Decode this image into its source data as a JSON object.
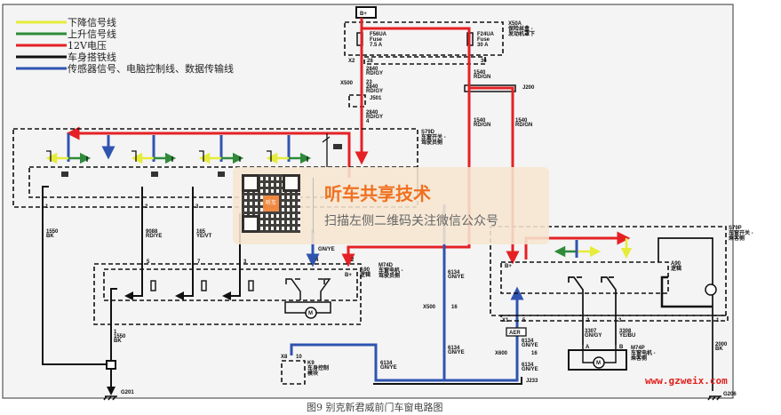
{
  "legend": [
    {
      "label": "下降信号线",
      "color": "#e6ec3a"
    },
    {
      "label": "上升信号线",
      "color": "#2e8b3a"
    },
    {
      "label": "12V电压",
      "color": "#e52125"
    },
    {
      "label": "车身搭铁线",
      "color": "#111111"
    },
    {
      "label": "传感器信号、电脑控制线、数据传输线",
      "color": "#2f54b0"
    }
  ],
  "labels": {
    "bplus": "B+",
    "f56": [
      "F56UA",
      "Fuse",
      "7.5 A"
    ],
    "f24": [
      "F24UA",
      "Fuse",
      "30 A"
    ],
    "x50a": [
      "X50A",
      "保险丝盒 -",
      "发动机罩下"
    ],
    "x2": "X2",
    "p28": "28",
    "p36": "36",
    "w2840a": [
      "2840",
      "RD/GY"
    ],
    "x500a": "X500",
    "w2840b": [
      "23",
      "2840",
      "RD/GY"
    ],
    "j501": "J501",
    "w2840c": [
      "2840",
      "RD/GY",
      "4"
    ],
    "w1540a": [
      "1540",
      "RD/GN"
    ],
    "j200": "J200",
    "w1540b": [
      "1540",
      "RD/GN"
    ],
    "w1540c": [
      "1540",
      "RD/GN"
    ],
    "s79d": [
      "S79D",
      "车窗开关 -",
      "驾驶员侧"
    ],
    "pin1": "1",
    "pin2": "2",
    "pin3": "3",
    "w1550a": [
      "1550",
      "BK"
    ],
    "w9088": [
      "9088",
      "RD/YE"
    ],
    "w165": [
      "165",
      "YE/VT"
    ],
    "p5": "5",
    "p7": "7",
    "p3": "3",
    "gnye": "GN/YE",
    "p4": "4",
    "p2": "2",
    "a90l": [
      "A90",
      "逻辑"
    ],
    "bplus2": "B+",
    "m74d": [
      "M74D",
      "车窗电机 -",
      "驾驶员侧"
    ],
    "w6134a": [
      "6134",
      "GN/YE"
    ],
    "x500b": "X500",
    "p16a": "16",
    "w6134b": [
      "6134",
      "GN/YE"
    ],
    "w1550b": [
      "1",
      "1550",
      "BK"
    ],
    "g201": "G201",
    "x8": "X8",
    "p10": "10",
    "k9": [
      "K9",
      "车身控制",
      "模块"
    ],
    "w6134c": [
      "6134",
      "GN/YE"
    ],
    "s79p": [
      "S79P",
      "车窗开关 -",
      "乘客侧"
    ],
    "a90r": [
      "A90",
      "逻辑"
    ],
    "bplus3": "B+",
    "x1": "X1",
    "p5r": "5",
    "p2r": "2",
    "p3r": "3",
    "p1r": "1",
    "aer": "AER",
    "w6134d": [
      "6134",
      "GN/YE"
    ],
    "x600": "X600",
    "p16b": "16",
    "w6134e": [
      "6134",
      "GN/YE"
    ],
    "j233": "J233",
    "w3307": [
      "3307",
      "GN/GY"
    ],
    "w3308": [
      "3308",
      "YE/BU"
    ],
    "pa": "A",
    "pb": "B",
    "m74p": [
      "M74P",
      "车窗电机 -",
      "乘客侧"
    ],
    "w2000": [
      "2000",
      "BK"
    ],
    "g206": "G206",
    "motor": "M"
  },
  "watermark": {
    "title": "听车共享技术",
    "subtitle": "扫描左侧二维码关注微信公众号",
    "qr_logo": "听车"
  },
  "site": "www.gzweix.com",
  "caption": "图9  别克新君威前门车窗电路图"
}
